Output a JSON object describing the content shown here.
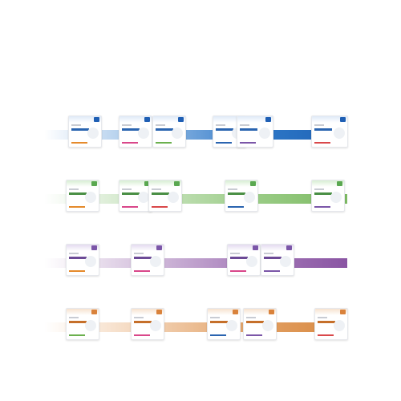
{
  "colors": {
    "briefs": "#2e78c8",
    "underwear": "#9acc86",
    "liners_pads": "#a479b8",
    "protective_underwear": "#e2a064"
  },
  "rows": [
    {
      "name": "row-blue",
      "color": "#2e78c8",
      "package_count": 6,
      "icon": "package-icon"
    },
    {
      "name": "row-green",
      "color": "#9acc86",
      "package_count": 5,
      "icon": "package-icon"
    },
    {
      "name": "row-purple",
      "color": "#a479b8",
      "package_count": 4,
      "icon": "package-icon"
    },
    {
      "name": "row-orange",
      "color": "#e2a064",
      "package_count": 5,
      "icon": "package-icon"
    }
  ]
}
